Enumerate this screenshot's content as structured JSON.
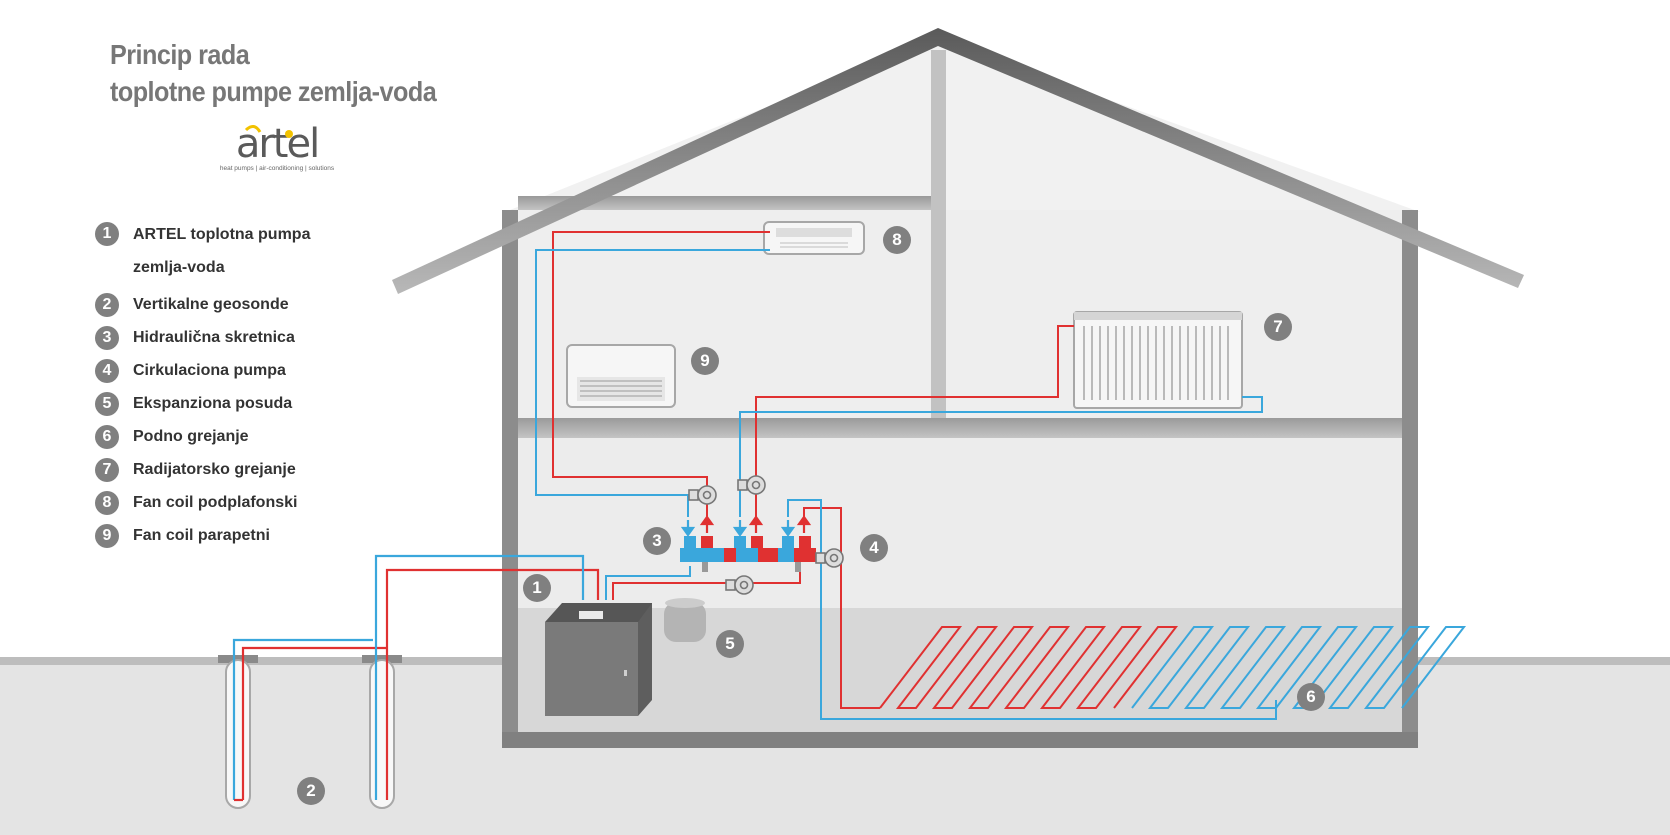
{
  "title": {
    "line1": "Princip rada",
    "line2": "toplotne pumpe zemlja-voda"
  },
  "logo": {
    "wordmark": "artel",
    "tagline": "heat pumps | air-conditioning | solutions",
    "accent_color": "#f2c200"
  },
  "legend": [
    {
      "num": "1",
      "label": "ARTEL toplotna pumpa zemlja-voda"
    },
    {
      "num": "2",
      "label": "Vertikalne geosonde"
    },
    {
      "num": "3",
      "label": "Hidraulična skretnica"
    },
    {
      "num": "4",
      "label": "Cirkulaciona pumpa"
    },
    {
      "num": "5",
      "label": "Ekspanziona posuda"
    },
    {
      "num": "6",
      "label": "Podno grejanje"
    },
    {
      "num": "7",
      "label": "Radijatorsko grejanje"
    },
    {
      "num": "8",
      "label": "Fan coil podplafonski"
    },
    {
      "num": "9",
      "label": "Fan coil parapetni"
    }
  ],
  "callouts": [
    "1",
    "2",
    "3",
    "4",
    "5",
    "6",
    "7",
    "8",
    "9"
  ],
  "colors": {
    "hot_pipe": "#e03131",
    "cold_pipe": "#3aa7dc",
    "wall": "#8c8c8c",
    "ground": "#e3e3e3",
    "badge": "#808080"
  }
}
